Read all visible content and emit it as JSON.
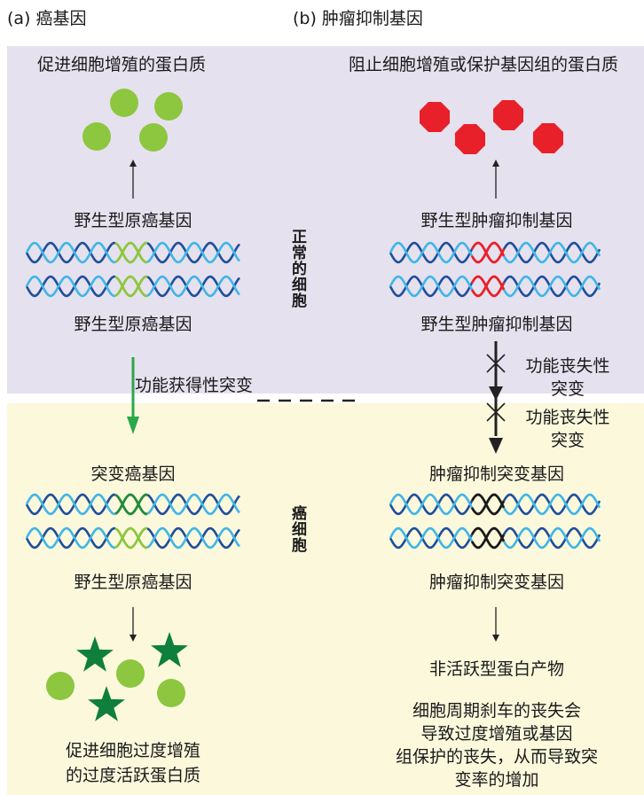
{
  "panel_a": {
    "header": "(a) 癌基因",
    "protein_label": "促进细胞增殖的蛋白质",
    "gene_top": "野生型原癌基因",
    "gene_bottom": "野生型原癌基因",
    "mutation": "功能获得性突变",
    "mutant_gene": "突变癌基因",
    "wild_gene_lower": "野生型原癌基因",
    "result_line1": "促进细胞过度增殖",
    "result_line2": "的过度活跃蛋白质"
  },
  "panel_b": {
    "header": "(b) 肿瘤抑制基因",
    "protein_label": "阻止细胞增殖或保护基因组的蛋白质",
    "gene_top": "野生型肿瘤抑制基因",
    "gene_bottom": "野生型肿瘤抑制基因",
    "mutation1_line1": "功能丧失性",
    "mutation1_line2": "突变",
    "mutation2_line1": "功能丧失性",
    "mutation2_line2": "突变",
    "mutant_gene_top": "肿瘤抑制突变基因",
    "mutant_gene_bottom": "肿瘤抑制突变基因",
    "product": "非活跃型蛋白产物",
    "result_line1": "细胞周期刹车的丧失会",
    "result_line2": "导致过度增殖或基因",
    "result_line3": "组保护的丧失，从而导致突",
    "result_line4": "变率的增加"
  },
  "side_labels": {
    "normal": "正常的细胞",
    "cancer": "癌细胞"
  },
  "colors": {
    "normal_bg": "#e6e1ee",
    "cancer_bg": "#fbf8dc",
    "dna_dark": "#1f4f9c",
    "dna_light": "#3fb6e6",
    "proto_highlight": "#8dc63f",
    "mutant_highlight": "#1e8a3a",
    "suppressor_highlight": "#e8202a",
    "mutant_suppressor": "#1a1a1a",
    "green_arrow": "#2aa84a",
    "star_green": "#0e7f3c"
  }
}
